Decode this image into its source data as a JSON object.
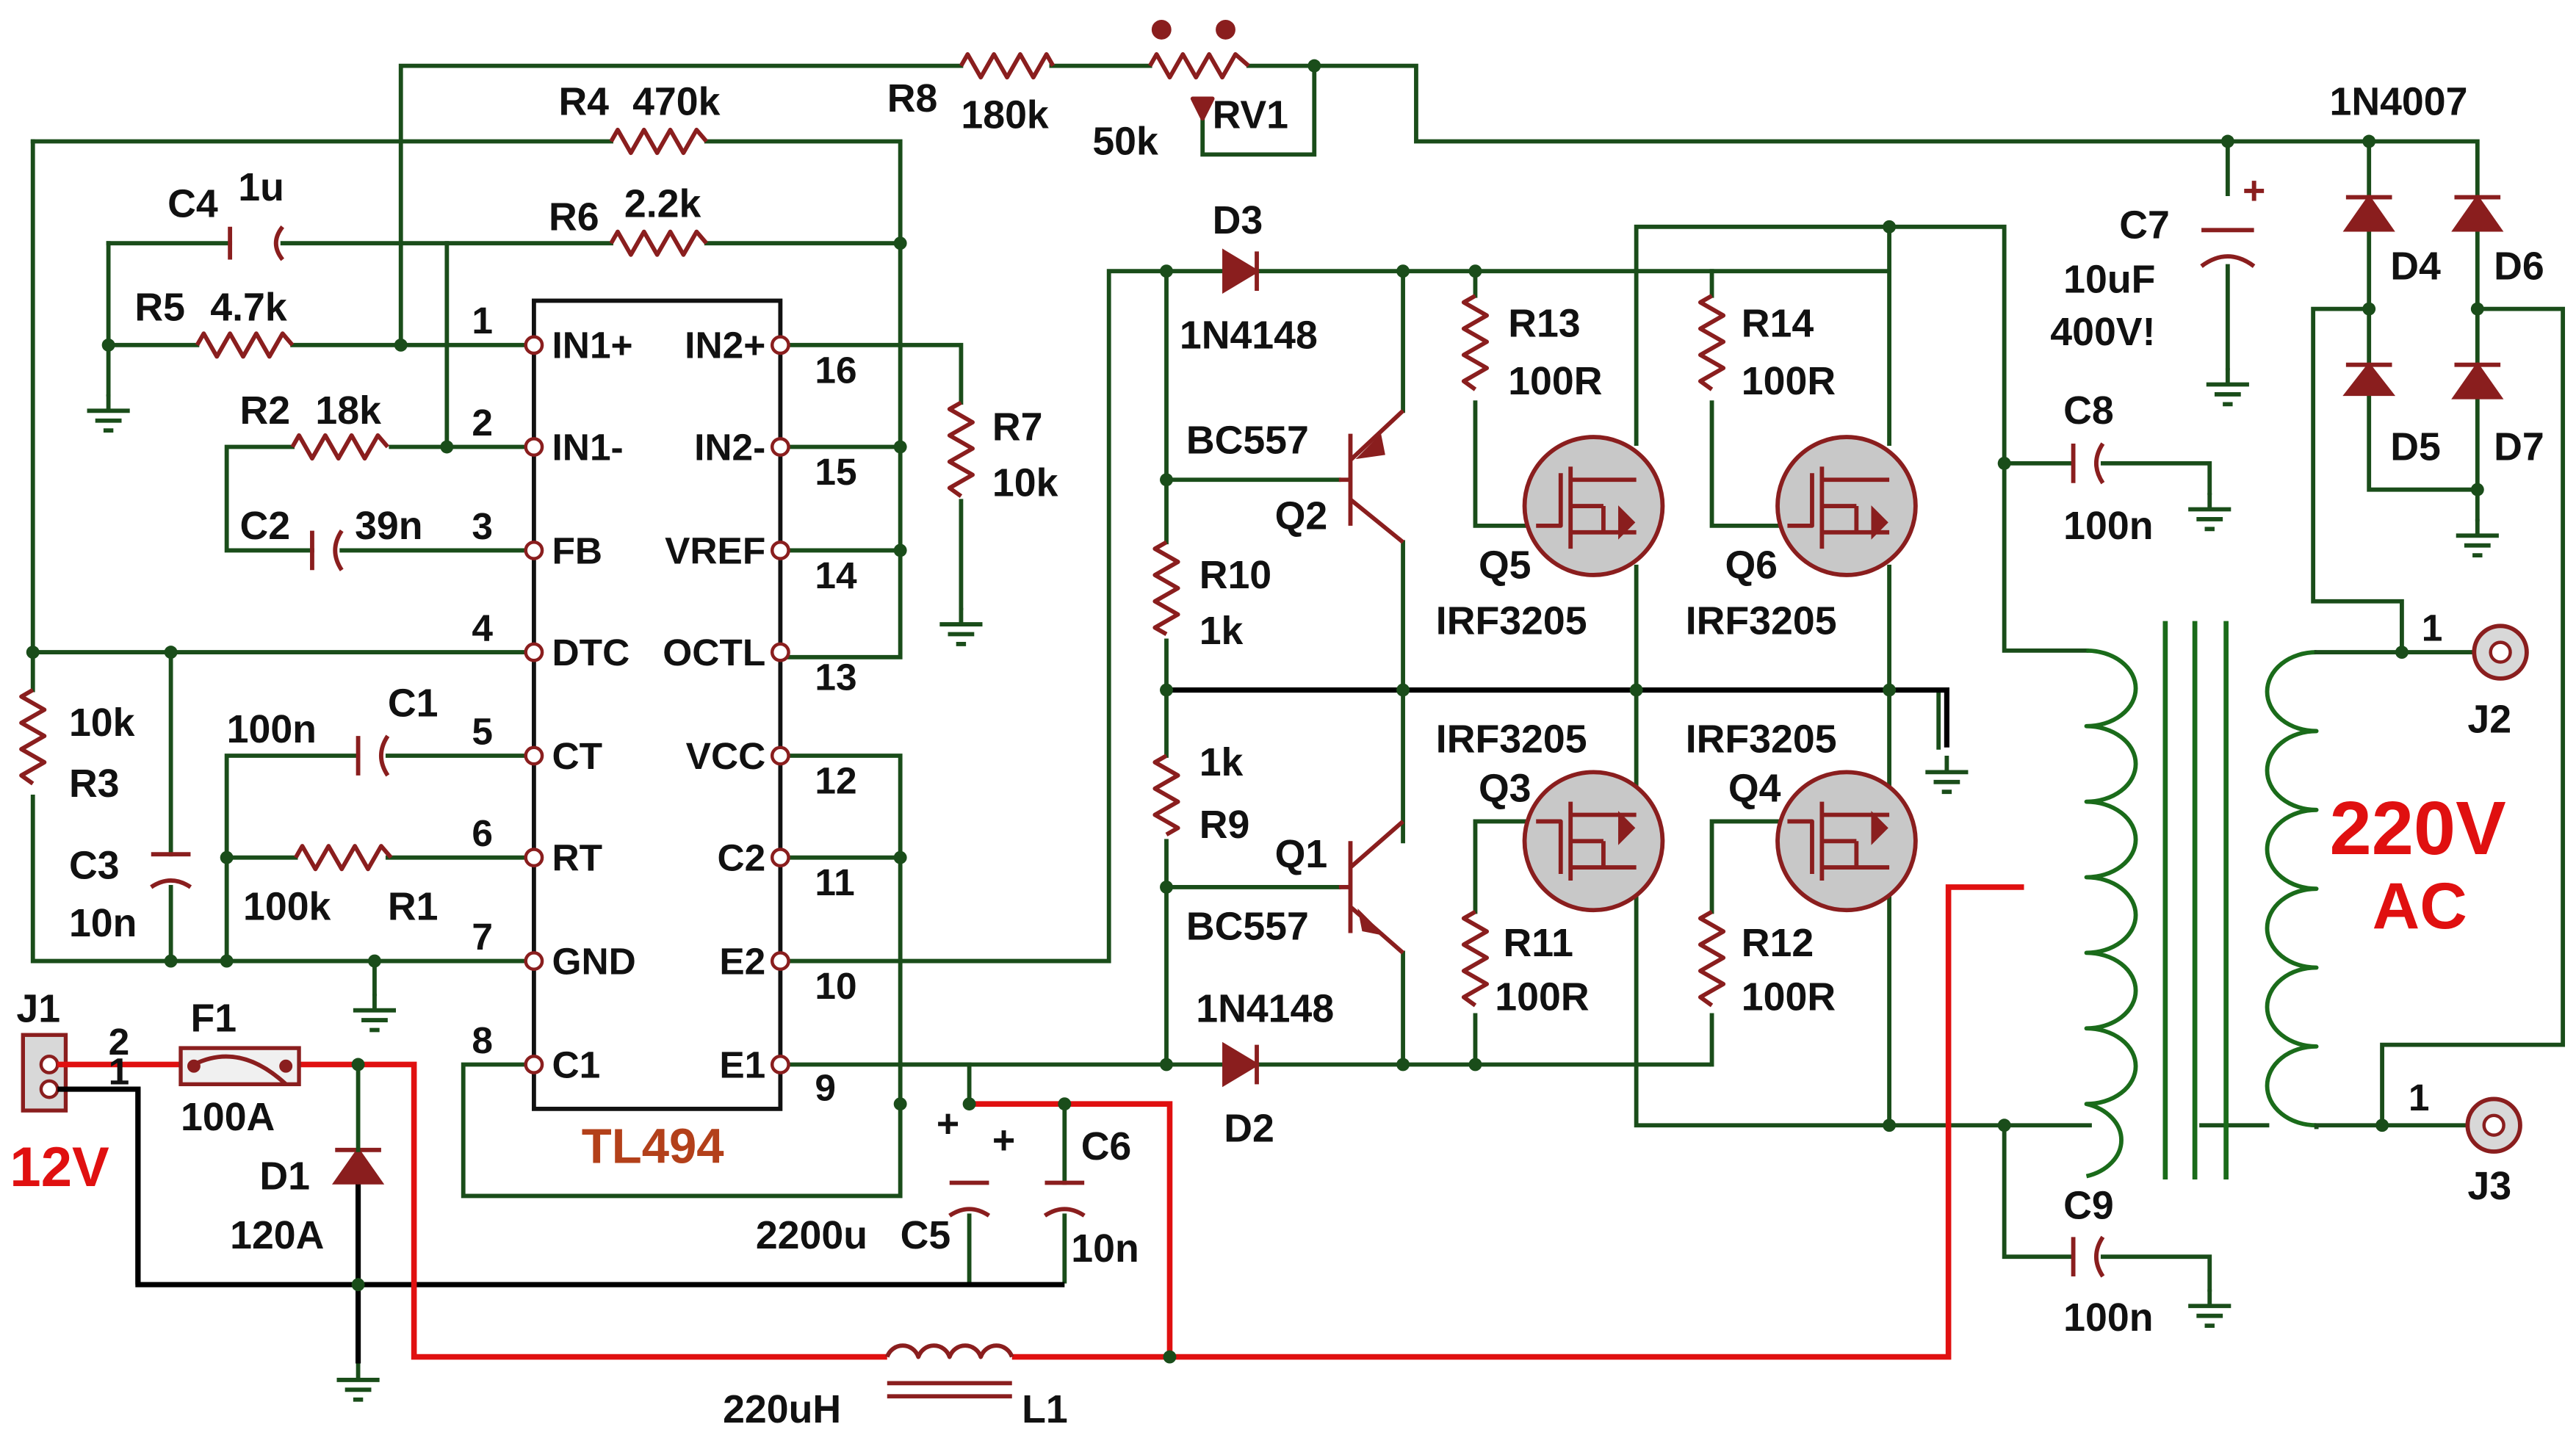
{
  "ic": {
    "name": "TL494",
    "pins": [
      {
        "num": "1",
        "name": "IN1+"
      },
      {
        "num": "2",
        "name": "IN1-"
      },
      {
        "num": "3",
        "name": "FB"
      },
      {
        "num": "4",
        "name": "DTC"
      },
      {
        "num": "5",
        "name": "CT"
      },
      {
        "num": "6",
        "name": "RT"
      },
      {
        "num": "7",
        "name": "GND"
      },
      {
        "num": "8",
        "name": "C1"
      },
      {
        "num": "9",
        "name": "E1"
      },
      {
        "num": "10",
        "name": "E2"
      },
      {
        "num": "11",
        "name": "C2"
      },
      {
        "num": "12",
        "name": "VCC"
      },
      {
        "num": "13",
        "name": "OCTL"
      },
      {
        "num": "14",
        "name": "VREF"
      },
      {
        "num": "15",
        "name": "IN2-"
      },
      {
        "num": "16",
        "name": "IN2+"
      }
    ]
  },
  "resistors": {
    "r1": {
      "ref": "R1",
      "value": "100k"
    },
    "r2": {
      "ref": "R2",
      "value": "18k"
    },
    "r3": {
      "ref": "R3",
      "value": "10k"
    },
    "r4": {
      "ref": "R4",
      "value": "470k"
    },
    "r5": {
      "ref": "R5",
      "value": "4.7k"
    },
    "r6": {
      "ref": "R6",
      "value": "2.2k"
    },
    "r7": {
      "ref": "R7",
      "value": "10k"
    },
    "r8": {
      "ref": "R8",
      "value": "180k"
    },
    "rv1": {
      "ref": "RV1",
      "value": "50k"
    },
    "r9": {
      "ref": "R9",
      "value": "1k"
    },
    "r10": {
      "ref": "R10",
      "value": "1k"
    },
    "r11": {
      "ref": "R11",
      "value": "100R"
    },
    "r12": {
      "ref": "R12",
      "value": "100R"
    },
    "r13": {
      "ref": "R13",
      "value": "100R"
    },
    "r14": {
      "ref": "R14",
      "value": "100R"
    }
  },
  "capacitors": {
    "c1": {
      "ref": "C1",
      "value": "100n"
    },
    "c2": {
      "ref": "C2",
      "value": "39n"
    },
    "c3": {
      "ref": "C3",
      "value": "10n"
    },
    "c4": {
      "ref": "C4",
      "value": "1u"
    },
    "c5": {
      "ref": "C5",
      "value": "2200u"
    },
    "c6": {
      "ref": "C6",
      "value": "10n"
    },
    "c7": {
      "ref": "C7",
      "value": "10uF",
      "note": "400V!"
    },
    "c8": {
      "ref": "C8",
      "value": "100n"
    },
    "c9": {
      "ref": "C9",
      "value": "100n"
    }
  },
  "diodes": {
    "d1": {
      "ref": "D1",
      "value": "120A"
    },
    "d2": {
      "ref": "D2",
      "value": "1N4148"
    },
    "d3": {
      "ref": "D3",
      "value": "1N4148"
    },
    "d4": {
      "ref": "D4"
    },
    "d5": {
      "ref": "D5"
    },
    "d6": {
      "ref": "D6"
    },
    "d7": {
      "ref": "D7"
    },
    "bridge_value": "1N4007"
  },
  "transistors": {
    "q1": {
      "ref": "Q1",
      "value": "BC557"
    },
    "q2": {
      "ref": "Q2",
      "value": "BC557"
    },
    "q3": {
      "ref": "Q3",
      "value": "IRF3205"
    },
    "q4": {
      "ref": "Q4",
      "value": "IRF3205"
    },
    "q5": {
      "ref": "Q5",
      "value": "IRF3205"
    },
    "q6": {
      "ref": "Q6",
      "value": "IRF3205"
    }
  },
  "power": {
    "fuse": {
      "ref": "F1",
      "value": "100A"
    },
    "inductor": {
      "ref": "L1",
      "value": "220uH"
    },
    "input": {
      "ref": "J1",
      "label": "12V",
      "pin_a": "2",
      "pin_b": "1"
    },
    "output": {
      "j2": "J2",
      "j3": "J3",
      "pin_j2": "1",
      "pin_j3": "1",
      "label_top": "220V",
      "label_bottom": "AC"
    }
  },
  "colors": {
    "wire": "#1a4d1a",
    "component": "#8a1e1e",
    "power_wire": "#e01010",
    "ground_wire": "#000000",
    "ic_label": "#b3401a"
  }
}
